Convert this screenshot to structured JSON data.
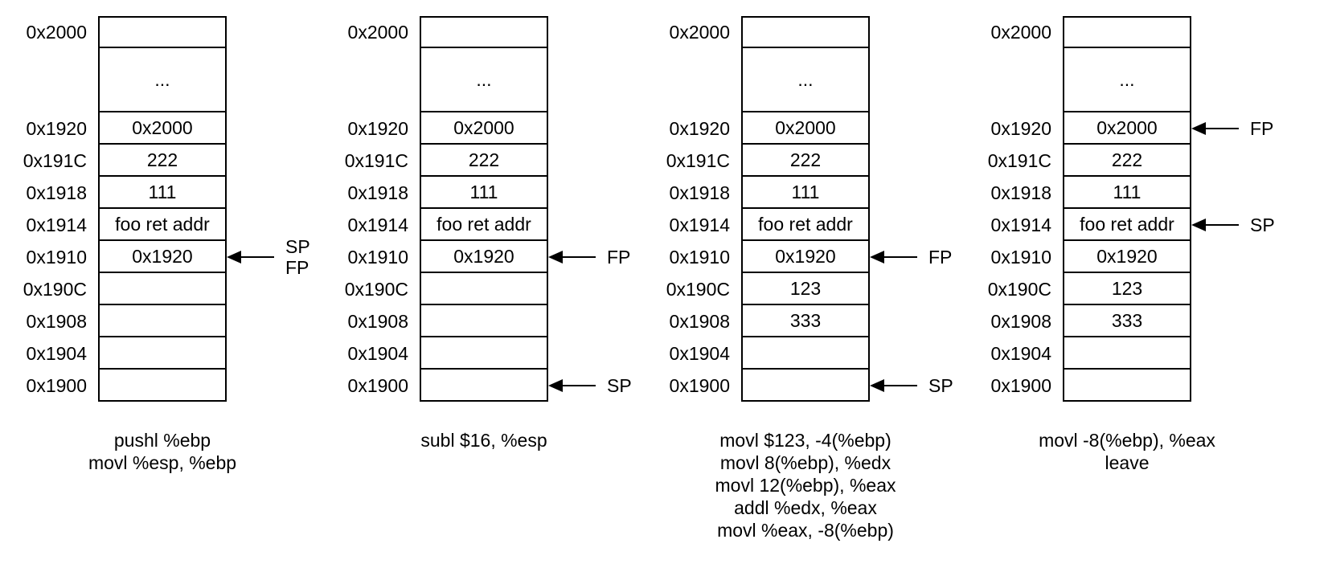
{
  "colors": {
    "background": "#ffffff",
    "line": "#000000",
    "text": "#000000"
  },
  "panels": [
    {
      "rows": [
        {
          "addr": "0x2000",
          "value": "",
          "tall": false,
          "pointers": []
        },
        {
          "addr": "",
          "value": "...",
          "tall": true,
          "pointers": []
        },
        {
          "addr": "0x1920",
          "value": "0x2000",
          "tall": false,
          "pointers": []
        },
        {
          "addr": "0x191C",
          "value": "222",
          "tall": false,
          "pointers": []
        },
        {
          "addr": "0x1918",
          "value": "111",
          "tall": false,
          "pointers": []
        },
        {
          "addr": "0x1914",
          "value": "foo ret addr",
          "tall": false,
          "pointers": []
        },
        {
          "addr": "0x1910",
          "value": "0x1920",
          "tall": false,
          "pointers": [
            "SP",
            "FP"
          ]
        },
        {
          "addr": "0x190C",
          "value": "",
          "tall": false,
          "pointers": []
        },
        {
          "addr": "0x1908",
          "value": "",
          "tall": false,
          "pointers": []
        },
        {
          "addr": "0x1904",
          "value": "",
          "tall": false,
          "pointers": []
        },
        {
          "addr": "0x1900",
          "value": "",
          "tall": false,
          "pointers": []
        }
      ],
      "caption": [
        "pushl %ebp",
        "movl %esp, %ebp"
      ]
    },
    {
      "rows": [
        {
          "addr": "0x2000",
          "value": "",
          "tall": false,
          "pointers": []
        },
        {
          "addr": "",
          "value": "...",
          "tall": true,
          "pointers": []
        },
        {
          "addr": "0x1920",
          "value": "0x2000",
          "tall": false,
          "pointers": []
        },
        {
          "addr": "0x191C",
          "value": "222",
          "tall": false,
          "pointers": []
        },
        {
          "addr": "0x1918",
          "value": "111",
          "tall": false,
          "pointers": []
        },
        {
          "addr": "0x1914",
          "value": "foo ret addr",
          "tall": false,
          "pointers": []
        },
        {
          "addr": "0x1910",
          "value": "0x1920",
          "tall": false,
          "pointers": [
            "FP"
          ]
        },
        {
          "addr": "0x190C",
          "value": "",
          "tall": false,
          "pointers": []
        },
        {
          "addr": "0x1908",
          "value": "",
          "tall": false,
          "pointers": []
        },
        {
          "addr": "0x1904",
          "value": "",
          "tall": false,
          "pointers": []
        },
        {
          "addr": "0x1900",
          "value": "",
          "tall": false,
          "pointers": [
            "SP"
          ]
        }
      ],
      "caption": [
        "subl $16, %esp"
      ]
    },
    {
      "rows": [
        {
          "addr": "0x2000",
          "value": "",
          "tall": false,
          "pointers": []
        },
        {
          "addr": "",
          "value": "...",
          "tall": true,
          "pointers": []
        },
        {
          "addr": "0x1920",
          "value": "0x2000",
          "tall": false,
          "pointers": []
        },
        {
          "addr": "0x191C",
          "value": "222",
          "tall": false,
          "pointers": []
        },
        {
          "addr": "0x1918",
          "value": "111",
          "tall": false,
          "pointers": []
        },
        {
          "addr": "0x1914",
          "value": "foo ret addr",
          "tall": false,
          "pointers": []
        },
        {
          "addr": "0x1910",
          "value": "0x1920",
          "tall": false,
          "pointers": [
            "FP"
          ]
        },
        {
          "addr": "0x190C",
          "value": "123",
          "tall": false,
          "pointers": []
        },
        {
          "addr": "0x1908",
          "value": "333",
          "tall": false,
          "pointers": []
        },
        {
          "addr": "0x1904",
          "value": "",
          "tall": false,
          "pointers": []
        },
        {
          "addr": "0x1900",
          "value": "",
          "tall": false,
          "pointers": [
            "SP"
          ]
        }
      ],
      "caption": [
        "movl $123, -4(%ebp)",
        "movl 8(%ebp), %edx",
        "movl 12(%ebp), %eax",
        "addl %edx, %eax",
        "movl %eax, -8(%ebp)"
      ]
    },
    {
      "rows": [
        {
          "addr": "0x2000",
          "value": "",
          "tall": false,
          "pointers": []
        },
        {
          "addr": "",
          "value": "...",
          "tall": true,
          "pointers": []
        },
        {
          "addr": "0x1920",
          "value": "0x2000",
          "tall": false,
          "pointers": [
            "FP"
          ]
        },
        {
          "addr": "0x191C",
          "value": "222",
          "tall": false,
          "pointers": []
        },
        {
          "addr": "0x1918",
          "value": "111",
          "tall": false,
          "pointers": []
        },
        {
          "addr": "0x1914",
          "value": "foo ret addr",
          "tall": false,
          "pointers": [
            "SP"
          ]
        },
        {
          "addr": "0x1910",
          "value": "0x1920",
          "tall": false,
          "pointers": []
        },
        {
          "addr": "0x190C",
          "value": "123",
          "tall": false,
          "pointers": []
        },
        {
          "addr": "0x1908",
          "value": "333",
          "tall": false,
          "pointers": []
        },
        {
          "addr": "0x1904",
          "value": "",
          "tall": false,
          "pointers": []
        },
        {
          "addr": "0x1900",
          "value": "",
          "tall": false,
          "pointers": []
        }
      ],
      "caption": [
        "movl -8(%ebp), %eax",
        "leave"
      ]
    }
  ]
}
